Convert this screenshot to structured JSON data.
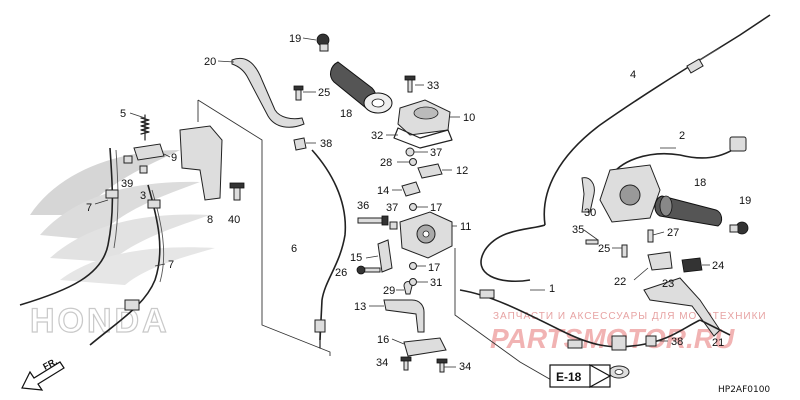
{
  "diagram_code": "HP2AF0100",
  "reference_label": "E-18",
  "logo_text": "HONDA",
  "front_label": "FR.",
  "watermark_brand": "PARTSMOTOR.RU",
  "watermark_sub": "ЗАПЧАСТИ И АКСЕССУАРЫ ДЛЯ МОТОТЕХНИКИ",
  "callouts": [
    "19",
    "20",
    "25",
    "18",
    "33",
    "10",
    "4",
    "5",
    "9",
    "39",
    "3",
    "7",
    "8",
    "40",
    "38",
    "32",
    "37",
    "28",
    "12",
    "14",
    "17",
    "36",
    "37",
    "11",
    "6",
    "2",
    "18",
    "19",
    "30",
    "35",
    "27",
    "25",
    "24",
    "22",
    "23",
    "15",
    "26",
    "17",
    "29",
    "31",
    "1",
    "13",
    "7",
    "16",
    "34",
    "34",
    "38",
    "21"
  ]
}
